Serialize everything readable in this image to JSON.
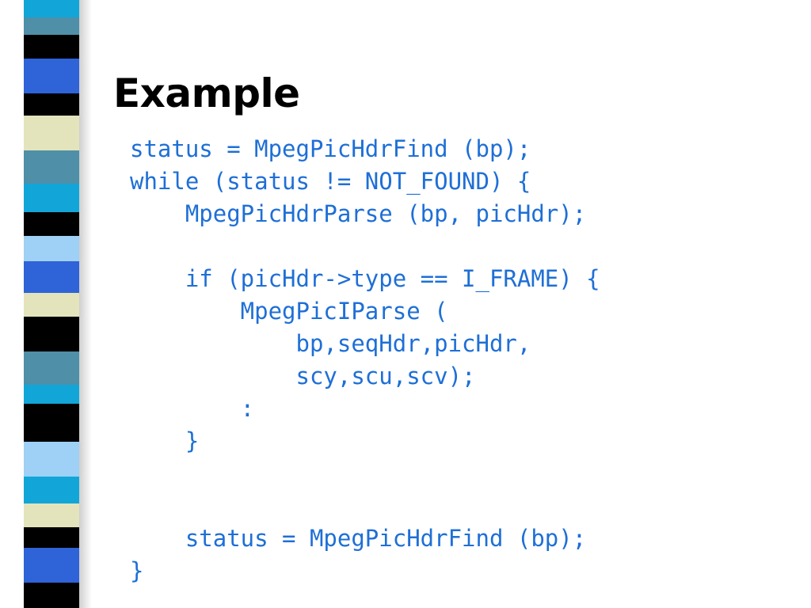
{
  "slide": {
    "title": "Example",
    "code_lines": [
      "status = MpegPicHdrFind (bp);",
      "while (status != NOT_FOUND) {",
      "    MpegPicHdrParse (bp, picHdr);",
      "",
      "    if (picHdr->type == I_FRAME) {",
      "        MpegPicIParse (",
      "            bp,seqHdr,picHdr,",
      "            scy,scu,scv);",
      "        :",
      "    }",
      "",
      "",
      "    status = MpegPicHdrFind (bp);",
      "}"
    ]
  },
  "colors": {
    "code_text": "#1e6fd6",
    "title_text": "#000000",
    "strip_base": "#000000",
    "strip_blue": "#2f63d8",
    "strip_teal": "#4f8fa8",
    "strip_cyan": "#12a6d8",
    "strip_light_blue": "#9fd0f5",
    "strip_cream": "#e4e4bc"
  }
}
